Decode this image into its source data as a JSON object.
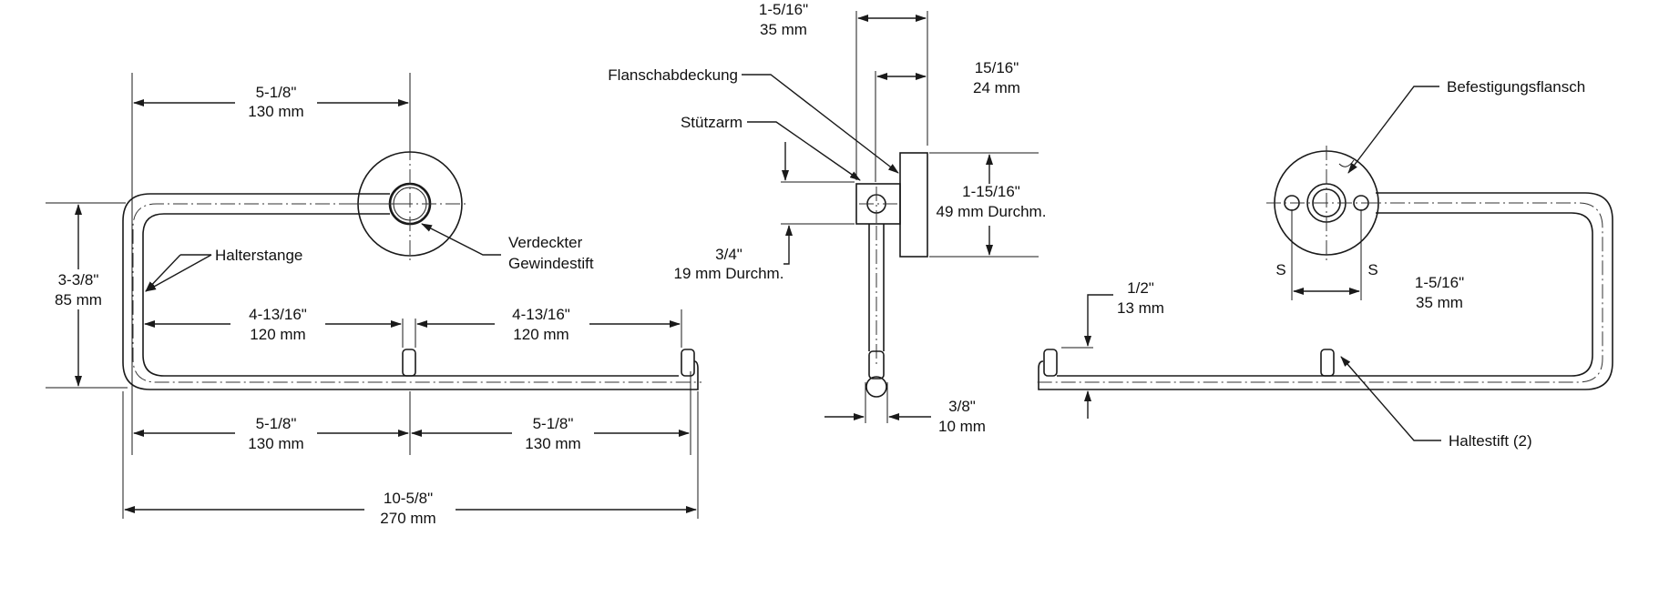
{
  "front_view": {
    "dim_top_in": "5-1/8\"",
    "dim_top_mm": "130 mm",
    "dim_height_in": "3-3/8\"",
    "dim_height_mm": "85 mm",
    "dim_left_in": "4-13/16\"",
    "dim_left_mm": "120 mm",
    "dim_right_in": "4-13/16\"",
    "dim_right_mm": "120 mm",
    "dim_bl_in": "5-1/8\"",
    "dim_bl_mm": "130 mm",
    "dim_br_in": "5-1/8\"",
    "dim_br_mm": "130 mm",
    "dim_total_in": "10-5/8\"",
    "dim_total_mm": "270 mm",
    "label_bar": "Halterstange",
    "label_setscrew_1": "Verdeckter",
    "label_setscrew_2": "Gewindestift"
  },
  "side_view": {
    "dim_top_in": "1-5/16\"",
    "dim_top_mm": "35 mm",
    "dim_flange_in": "15/16\"",
    "dim_flange_mm": "24 mm",
    "dim_dia_in": "1-15/16\"",
    "dim_dia_mm": "49 mm Durchm.",
    "dim_arm_in": "3/4\"",
    "dim_arm_mm": "19 mm Durchm.",
    "dim_pin_in": "3/8\"",
    "dim_pin_mm": "10 mm",
    "label_cover": "Flanschabdeckung",
    "label_arm": "Stützarm"
  },
  "back_view": {
    "label_flange": "Befestigungsflansch",
    "label_s_left": "S",
    "label_s_right": "S",
    "dim_holes_in": "1-5/16\"",
    "dim_holes_mm": "35 mm",
    "dim_pin_in": "1/2\"",
    "dim_pin_mm": "13 mm",
    "label_pin": "Haltestift (2)"
  }
}
